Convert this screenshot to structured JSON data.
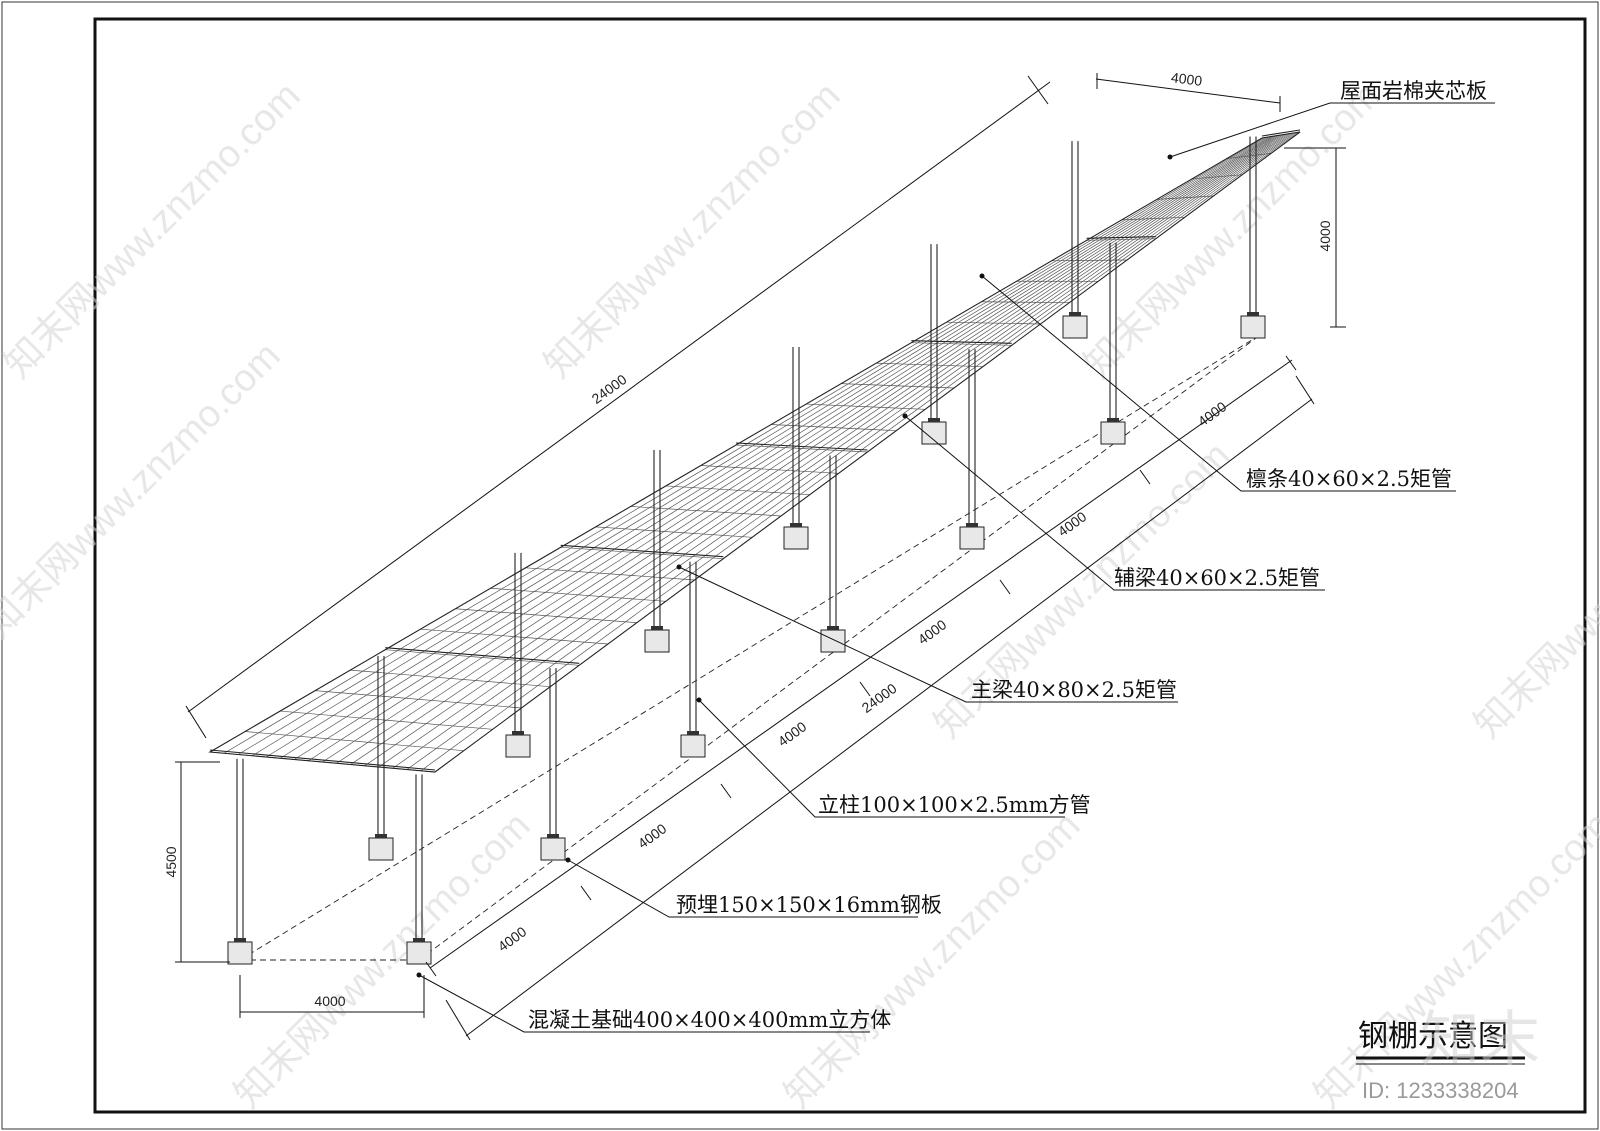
{
  "title": "钢棚示意图",
  "id_text": "ID: 1233338204",
  "watermark_text": "知末网www.znzmo.com",
  "watermark_logo": "知末",
  "dimensions": {
    "roof_width_top": "4000",
    "roof_height_right": "4000",
    "overall_length_top": "24000",
    "column_height_left": "4500",
    "base_width_bottom": "4000",
    "bay_1": "4000",
    "bay_2": "4000",
    "bay_3": "4000",
    "bay_4": "4000",
    "bay_5": "4000",
    "bay_6": "4000",
    "overall_length_bottom": "24000"
  },
  "callouts": {
    "roof_panel": "屋面岩棉夹芯板",
    "purlin": "檩条40×60×2.5矩管",
    "secondary_beam": "辅梁40×60×2.5矩管",
    "main_beam": "主梁40×80×2.5矩管",
    "column": "立柱100×100×2.5mm方管",
    "embedded_plate": "预埋150×150×16mm钢板",
    "foundation": "混凝土基础400×400×400mm立方体"
  }
}
